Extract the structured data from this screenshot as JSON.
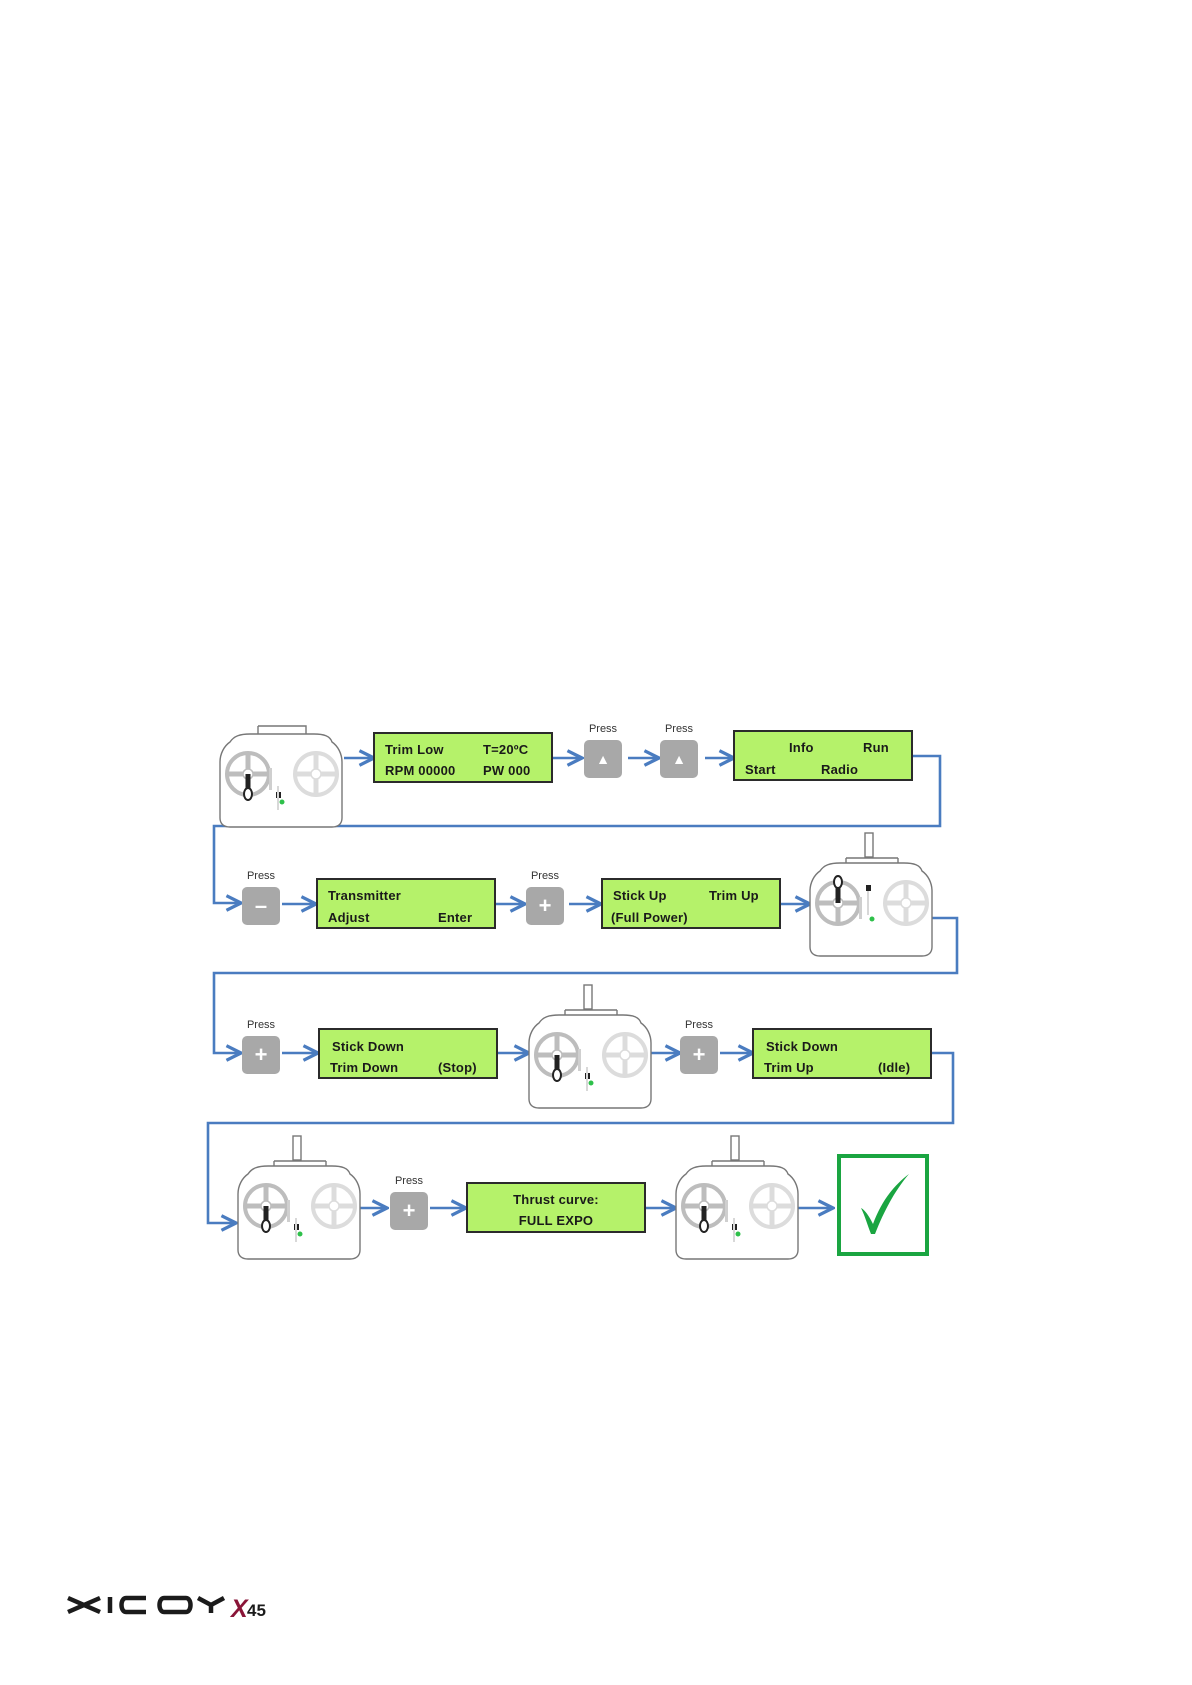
{
  "press_label": "Press",
  "buttons": {
    "up": "▲",
    "minus": "–",
    "plus": "+"
  },
  "screens": [
    {
      "tl": "Trim Low",
      "tr": "T=20ºC",
      "bl": "RPM 00000",
      "br": "PW 000"
    },
    {
      "tl": "Info",
      "tr": "Run",
      "bl": "Start",
      "br": "Radio"
    },
    {
      "tl": "Transmitter",
      "bl": "Adjust",
      "br": "Enter"
    },
    {
      "tl": "Stick Up",
      "tr": "Trim Up",
      "bl": "(Full Power)"
    },
    {
      "tl": "Stick Down",
      "bl": "Trim Down",
      "br": "(Stop)"
    },
    {
      "tl": "Stick Down",
      "bl": "Trim Up",
      "br": "(Idle)"
    },
    {
      "line1": "Thrust curve:",
      "line2": "FULL EXPO"
    }
  ],
  "brand": {
    "name": "XICOY",
    "model_letter": "X",
    "model_number": "45"
  },
  "colors": {
    "lcd": "#b5f26a",
    "arrow": "#4a7cc0",
    "button": "#a8a8a8",
    "check": "#1aa541",
    "brand": "#1b1b1b",
    "brand_accent": "#8a1538"
  },
  "icons": [
    "transmitter-icon",
    "button-up-icon",
    "button-minus-icon",
    "button-plus-icon",
    "checkmark-icon"
  ]
}
